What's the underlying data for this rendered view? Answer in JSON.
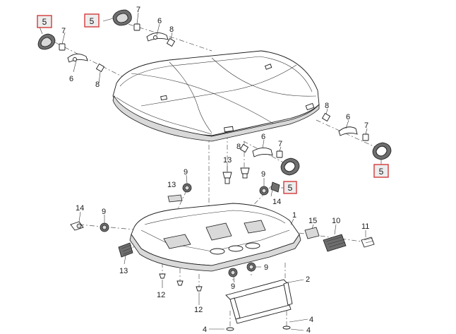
{
  "callouts": {
    "c5_a": "5",
    "c5_b": "5",
    "c5_c": "5",
    "c5_d": "5",
    "c7_a": "7",
    "c7_b": "7",
    "c7_c": "7",
    "c7_d": "7",
    "c6_a": "6",
    "c6_b": "6",
    "c6_c": "6",
    "c6_d": "6",
    "c8_a": "8",
    "c8_b": "8",
    "c8_c": "8",
    "c8_d": "8",
    "c13_a": "13",
    "c13_b": "13",
    "c13_c": "13",
    "c9_a": "9",
    "c9_b": "9",
    "c9_c": "9",
    "c9_d": "9",
    "c9_e": "9",
    "c14_a": "14",
    "c14_b": "14",
    "c1": "1",
    "c15": "15",
    "c10": "10",
    "c11": "11",
    "c12_a": "12",
    "c12_b": "12",
    "c2": "2",
    "c4_a": "4",
    "c4_b": "4",
    "c4_c": "4"
  },
  "colors": {
    "highlight_border": "#d23a3a",
    "highlight_fill": "#ededed",
    "line": "#1a1a1a"
  }
}
